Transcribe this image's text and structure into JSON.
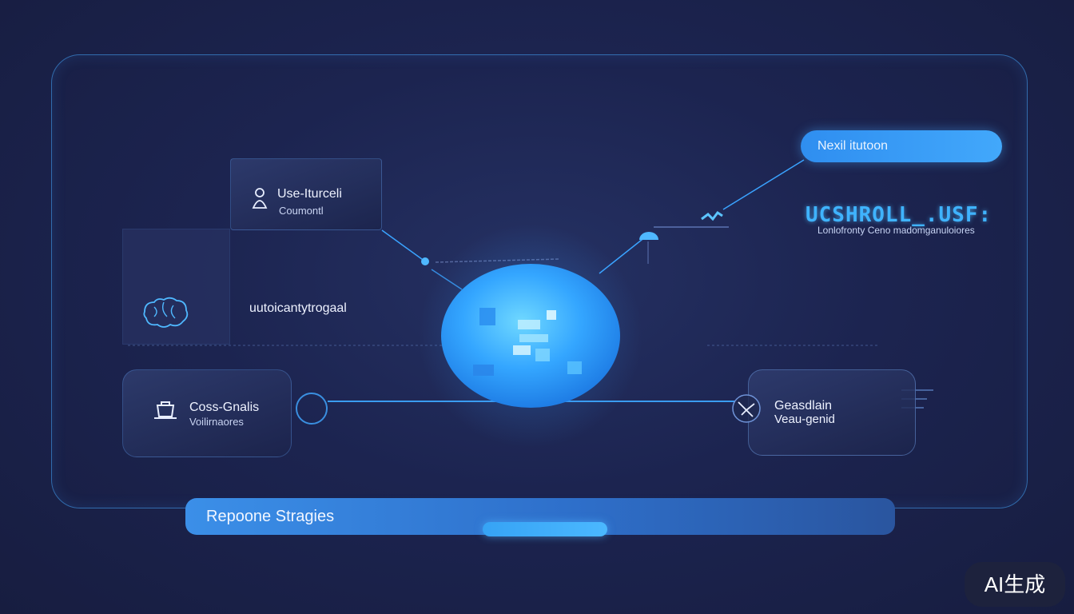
{
  "nodes": {
    "top_left": {
      "title": "Use-Iturceli",
      "subtitle": "Coumontl",
      "icon": "user-icon"
    },
    "mid_left": {
      "text": "uutoicantytrogaal",
      "icon": "brain-icon"
    },
    "bottom_left": {
      "title": "Coss-Gnalis",
      "subtitle": "Voilirnaores",
      "icon": "cup-icon"
    },
    "bottom_right": {
      "title": "Geasdlain",
      "subtitle": "Veau-genid",
      "icon": "compass-icon"
    }
  },
  "top_right": {
    "pill_label": "Nexil itutoon",
    "glitch_heading": "UCSHROLL_.USF:",
    "caption": "Lonlofronty Ceno madomganuloiores"
  },
  "bottom_bar": {
    "label": "Repoone Stragies"
  },
  "badge": {
    "text": "AI生成"
  },
  "colors": {
    "background": "#1c2450",
    "accent": "#3fa8ff",
    "frame_border": "#46aaff",
    "orb": "#2f9bff"
  }
}
